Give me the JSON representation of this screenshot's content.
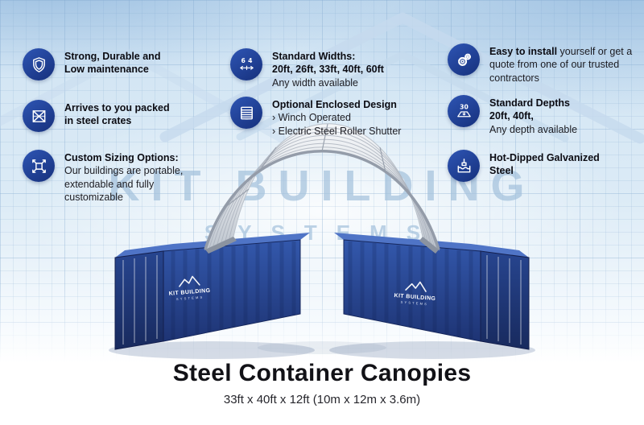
{
  "watermark": {
    "line1": "KIT BUILDING",
    "line2": "SYSTEMS"
  },
  "features": [
    {
      "icon": "shield-icon",
      "bold": "Strong, Durable and Low maintenance",
      "rest": ""
    },
    {
      "icon": "crate-icon",
      "bold": "Arrives to you packed in steel crates",
      "rest": ""
    },
    {
      "icon": "resize-arrows-icon",
      "bold": "Custom Sizing Options:",
      "rest": "Our buildings are portable, extendable and fully customizable"
    },
    {
      "icon": "width-ruler-icon",
      "icon_labels": [
        "6",
        "4"
      ],
      "bold": "Standard Widths:",
      "bold2": "20ft, 26ft, 33ft, 40ft, 60ft",
      "rest": "Any width available"
    },
    {
      "icon": "roller-shutter-icon",
      "bold": "Optional Enclosed Design",
      "list": [
        "› Winch Operated",
        "› Electric Steel Roller Shutter"
      ]
    },
    {
      "icon": "gears-icon",
      "bold": "Easy to install",
      "rest": "yourself or get a quote from one of our trusted contractors"
    },
    {
      "icon": "depth-icon",
      "icon_labels": [
        "30"
      ],
      "bold": "Standard Depths",
      "bold2": "20ft, 40ft,",
      "rest": "Any depth available"
    },
    {
      "icon": "galvanized-dip-icon",
      "bold": "Hot-Dipped Galvanized Steel",
      "rest": ""
    }
  ],
  "scene": {
    "container_logo": "KIT BUILDING",
    "container_logo_sub": "SYSTEMS"
  },
  "caption": {
    "title": "Steel Container Canopies",
    "subtitle": "33ft x 40ft x 12ft (10m x 12m x 3.6m)"
  },
  "colors": {
    "icon_blue": "#16307c",
    "icon_blue_light": "#2e55b4",
    "container_blue": "#2b4fa2",
    "canopy_gray": "#d7dbe1",
    "title_color": "#121217"
  }
}
